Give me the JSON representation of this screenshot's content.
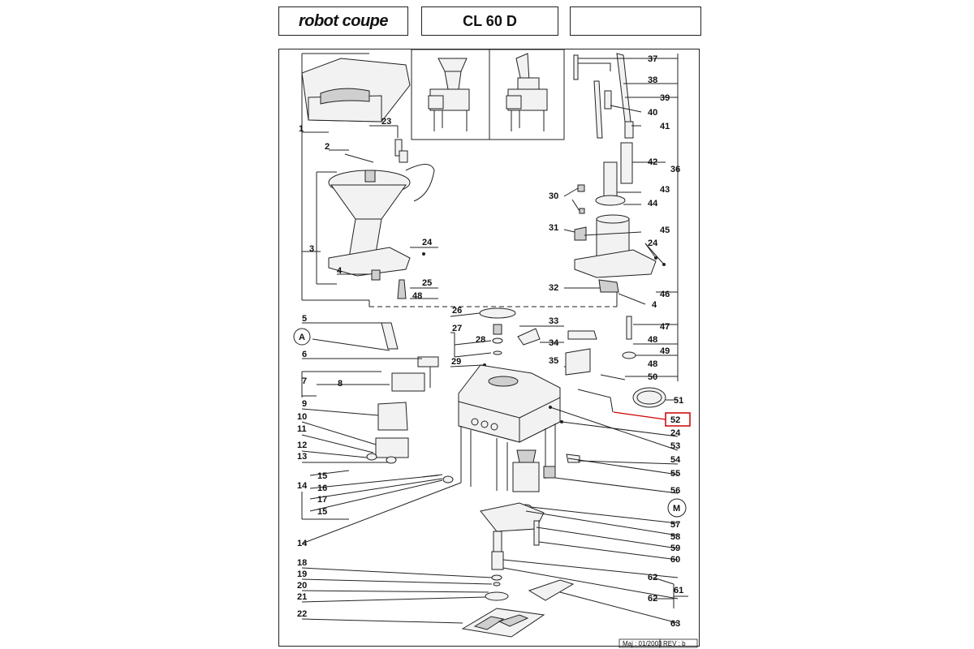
{
  "header": {
    "brand": "robot coupe",
    "model": "CL 60 D",
    "blank": ""
  },
  "footer": {
    "maj": "Maj : 01/2003",
    "rev": "REV : b"
  },
  "callouts": {
    "c1": "1",
    "c2": "2",
    "c3": "3",
    "c4a": "4",
    "c23": "23",
    "c24a": "24",
    "c25": "25",
    "c48a": "48",
    "c5": "5",
    "cA": "A",
    "c6": "6",
    "c7": "7",
    "c8": "8",
    "c9": "9",
    "c10": "10",
    "c11": "11",
    "c12": "12",
    "c13": "13",
    "c14a": "14",
    "c15a": "15",
    "c16": "16",
    "c17": "17",
    "c15b": "15",
    "c14b": "14",
    "c18": "18",
    "c19": "19",
    "c20": "20",
    "c21": "21",
    "c22": "22",
    "c26": "26",
    "c27": "27",
    "c28": "28",
    "c29": "29",
    "c33": "33",
    "c34": "34",
    "c35": "35",
    "c37": "37",
    "c38": "38",
    "c39": "39",
    "c40": "40",
    "c41": "41",
    "c42": "42",
    "c36": "36",
    "c43": "43",
    "c44": "44",
    "c30": "30",
    "c31": "31",
    "c45": "45",
    "c24b": "24",
    "c46": "46",
    "c32": "32",
    "c4b": "4",
    "c47": "47",
    "c48b": "48",
    "c49": "49",
    "c48c": "48",
    "c50": "50",
    "c51": "51",
    "c52": "52",
    "c24c": "24",
    "c53": "53",
    "c54": "54",
    "c55": "55",
    "c56": "56",
    "cM": "M",
    "c57": "57",
    "c58": "58",
    "c59": "59",
    "c60": "60",
    "c62a": "62",
    "c61": "61",
    "c62b": "62",
    "c63": "63"
  },
  "colors": {
    "highlight": "#cc0000"
  }
}
